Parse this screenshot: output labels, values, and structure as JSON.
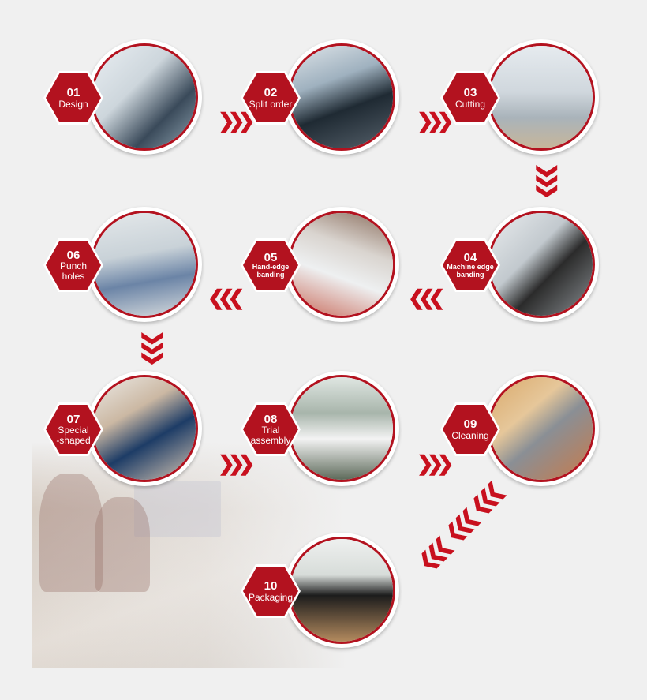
{
  "steps": [
    {
      "num": "01",
      "label": "Design"
    },
    {
      "num": "02",
      "label": "Split order"
    },
    {
      "num": "03",
      "label": "Cutting"
    },
    {
      "num": "04",
      "label": "Machine edge\nbanding"
    },
    {
      "num": "05",
      "label": "Hand-edge\nbanding"
    },
    {
      "num": "06",
      "label": "Punch\nholes"
    },
    {
      "num": "07",
      "label": "Special\n-shaped"
    },
    {
      "num": "08",
      "label": "Trial\nassembly"
    },
    {
      "num": "09",
      "label": "Cleaning"
    },
    {
      "num": "10",
      "label": "Packaging"
    }
  ],
  "arrow_glyph": "❯❯❯",
  "colors": {
    "accent": "#b3121f",
    "background": "#f0f0f0"
  },
  "icons": [
    "chevron-triple-icon"
  ]
}
